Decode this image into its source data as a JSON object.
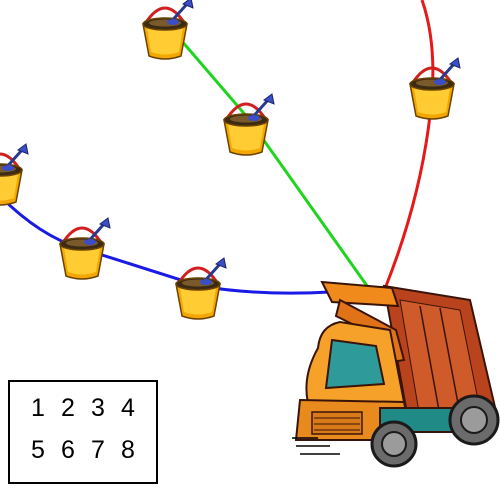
{
  "scene": {
    "background": "#ffffff",
    "objects": [
      "bucket-icon",
      "truck-icon"
    ],
    "path_colors": {
      "left_path": "#1a1ae6",
      "middle_path": "#1fd41f",
      "right_path": "#e61919"
    }
  },
  "number_grid": {
    "row1": [
      "1",
      "2",
      "3",
      "4"
    ],
    "row2": [
      "5",
      "6",
      "7",
      "8"
    ]
  }
}
